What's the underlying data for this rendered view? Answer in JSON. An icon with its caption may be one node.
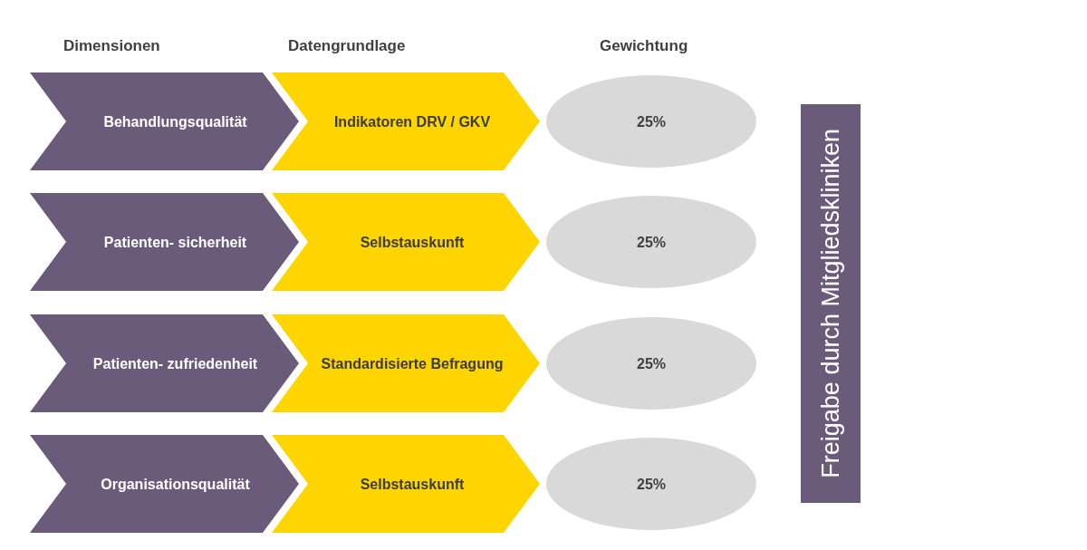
{
  "diagram": {
    "nodes": [
      {
        "text": [
          "Behandlungsqualität"
        ]
      },
      {
        "text": [
          "Indikatoren DRV / GKV"
        ]
      },
      {
        "text": [
          "25%"
        ]
      },
      {
        "text": [
          "Patienten- sicherheit"
        ]
      },
      {
        "text": [
          "Selbstauskunft"
        ]
      },
      {
        "text": [
          "25%"
        ]
      },
      {
        "text": [
          "Patienten- zufriedenheit"
        ]
      },
      {
        "text": [
          "Standardisierte Befragung"
        ]
      },
      {
        "text": [
          "25%"
        ]
      },
      {
        "text": [
          "Organisationsqualität"
        ]
      },
      {
        "text": [
          "Selbstauskunft"
        ]
      },
      {
        "text": [
          "25%"
        ]
      },
      {
        "text": [
          "Freigabe durch Mitgliedskliniken"
        ]
      }
    ],
    "labels": [
      "Dimensionen",
      "Datengrundlage",
      "Gewichtung"
    ]
  }
}
